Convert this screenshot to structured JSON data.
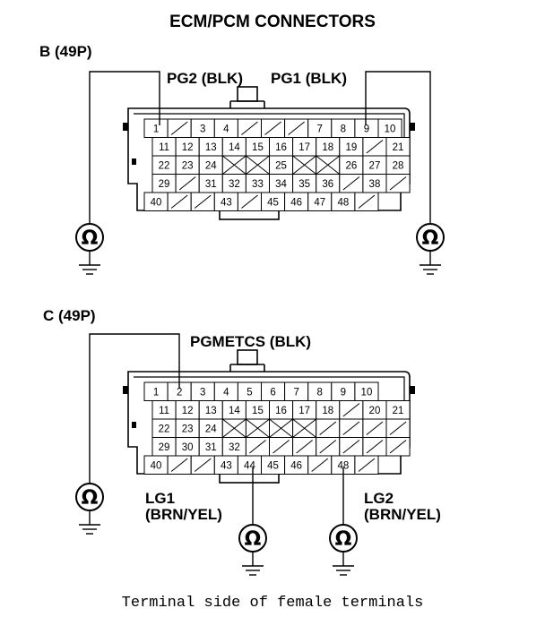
{
  "title": "ECM/PCM CONNECTORS",
  "connector_b": {
    "label": "B (49P)",
    "pg2_label": "PG2 (BLK)",
    "pg1_label": "PG1 (BLK)",
    "rows": [
      [
        "1",
        "/",
        "3",
        "4",
        "/",
        "/",
        "/",
        "7",
        "8",
        "9",
        "10"
      ],
      [
        "11",
        "12",
        "13",
        "14",
        "15",
        "16",
        "17",
        "18",
        "19",
        "/",
        "21"
      ],
      [
        "22",
        "23",
        "24",
        "X",
        "X",
        "25",
        "X",
        "X",
        "26",
        "27",
        "28"
      ],
      [
        "29",
        "/",
        "31",
        "32",
        "33",
        "34",
        "35",
        "36",
        "/",
        "38",
        "/"
      ],
      [
        "40",
        "/",
        "/",
        "43",
        "/",
        "45",
        "46",
        "47",
        "48",
        "/"
      ]
    ]
  },
  "connector_c": {
    "label": "C (49P)",
    "pgmetcs_label": "PGMETCS (BLK)",
    "lg1_label": "LG1",
    "lg1_color": "(BRN/YEL)",
    "lg2_label": "LG2",
    "lg2_color": "(BRN/YEL)",
    "rows": [
      [
        "1",
        "2",
        "3",
        "4",
        "5",
        "6",
        "7",
        "8",
        "9",
        "10"
      ],
      [
        "11",
        "12",
        "13",
        "14",
        "15",
        "16",
        "17",
        "18",
        "/",
        "20",
        "21"
      ],
      [
        "22",
        "23",
        "24",
        "X",
        "X",
        "X",
        "X",
        "/",
        "/",
        "/",
        "/"
      ],
      [
        "29",
        "30",
        "31",
        "32",
        "/",
        "/",
        "/",
        "/",
        "/",
        "/",
        "/"
      ],
      [
        "40",
        "/",
        "/",
        "43",
        "44",
        "45",
        "46",
        "/",
        "48",
        "/"
      ]
    ]
  },
  "ohm_symbol": "Ω",
  "footer": "Terminal side of female terminals"
}
